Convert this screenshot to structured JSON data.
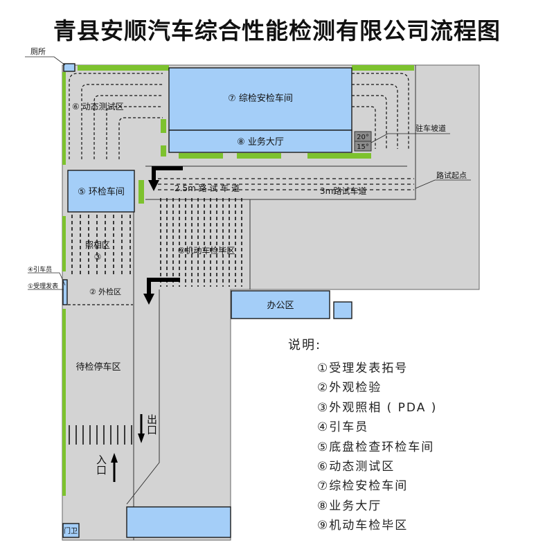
{
  "title": "青县安顺汽车综合性能检测有限公司流程图",
  "areas": {
    "toilet": "厕所",
    "dynamic_test": "⑥ 动态测试区",
    "inspection_hall": "⑦ 综检安检车间",
    "business_hall": "⑧   业务大厅",
    "slope_20": "20°",
    "slope_15": "15°",
    "parking_slope": "驻车坡道",
    "env_hall": "⑤ 环检车间",
    "road_25": "2.5m  路    试    车    道",
    "road_3m": "3m路试车道",
    "road_start": "路试起点",
    "photo_zone": "照相区",
    "photo_num": "③",
    "completed_zone": "⑨机动车检毕区",
    "driver_label": "④引车员",
    "reception_label": "①受理发表",
    "exterior_zone": "② 外检区",
    "office": "办公区",
    "waiting_zone": "待检停车区",
    "exit_label": "出口",
    "entrance_label": "入口",
    "gate_label": "门卫"
  },
  "legend": {
    "title": "说明:",
    "items": [
      "①受理发表拓号",
      "②外观检验",
      "③外观照相 ( PDA )",
      "④引车员",
      "⑤底盘检查环检车间",
      "⑥动态测试区",
      "⑦综检安检车间",
      "⑧业务大厅",
      "⑨机动车检毕区"
    ]
  },
  "colors": {
    "ground": "#d3d3d3",
    "building": "#a4cef8",
    "building_border": "#1a1a1a",
    "green_strip": "#7dc22e",
    "slope_box": "#8c8c8c"
  }
}
